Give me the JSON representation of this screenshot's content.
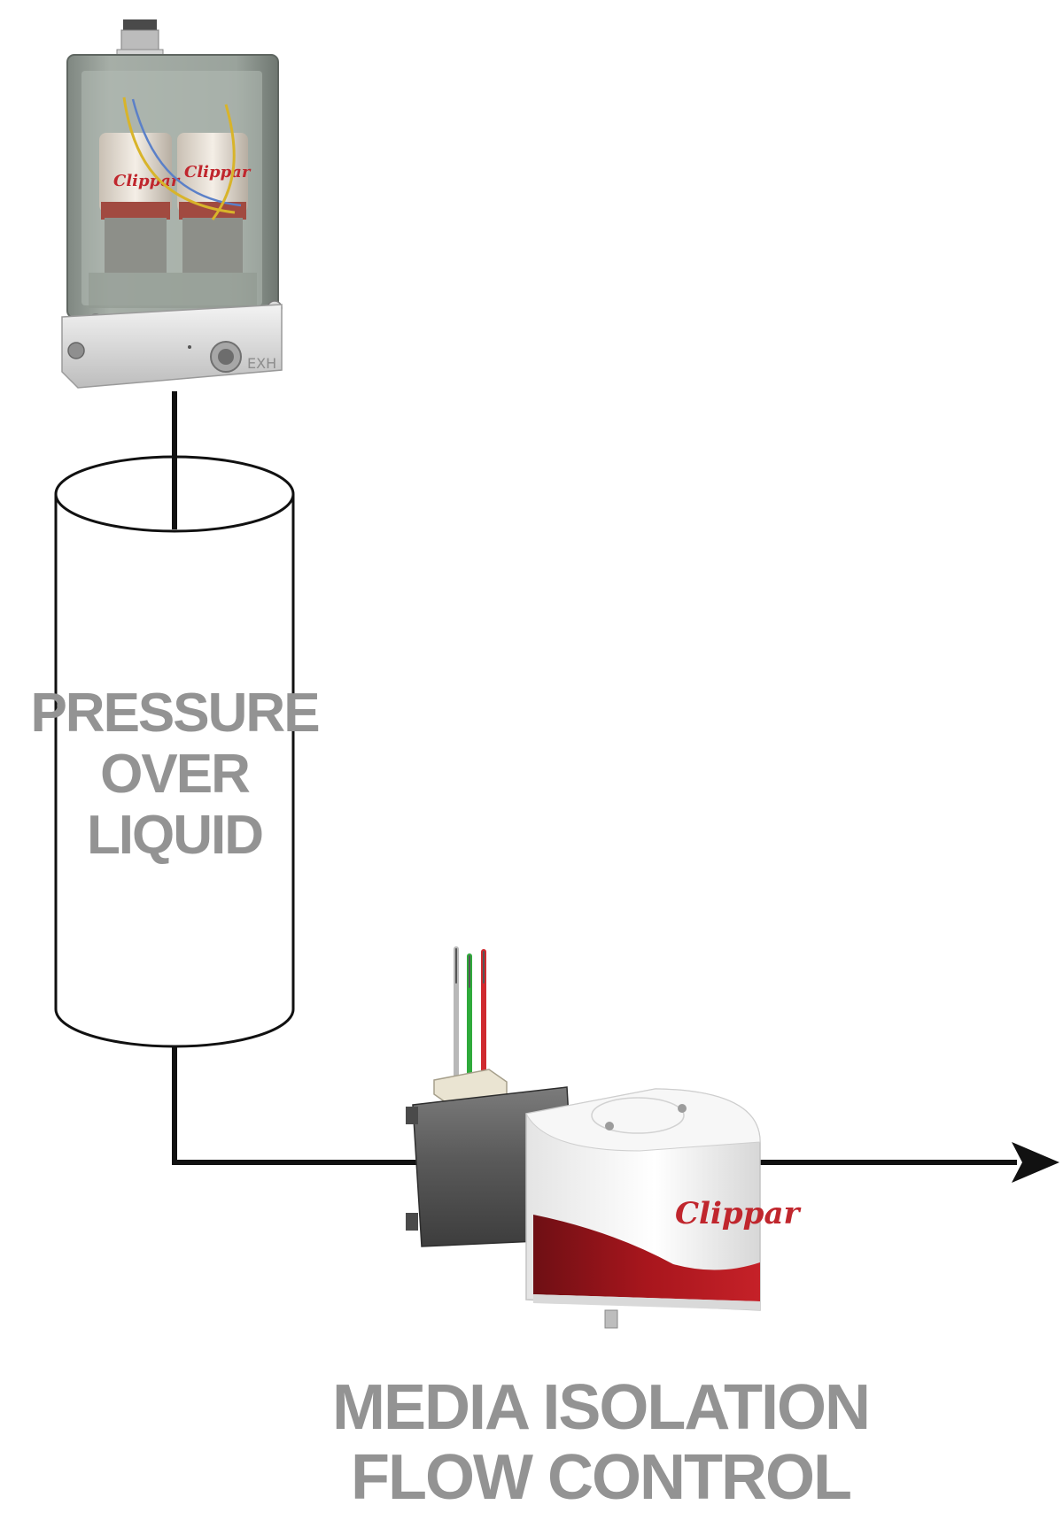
{
  "tank": {
    "label_lines": [
      "PRESSURE",
      "OVER",
      "LIQUID"
    ]
  },
  "caption": {
    "lines": [
      "MEDIA ISOLATION",
      "FLOW CONTROL"
    ]
  },
  "controller": {
    "brand": "Clippar",
    "port_label": "EXH"
  },
  "valve": {
    "brand": "Clippar",
    "wire_colors": [
      "#b8b8b8",
      "#2faa3b",
      "#cf2a2f"
    ]
  },
  "colors": {
    "line": "#111111",
    "label_gray": "#939393",
    "brand_red": "#c0262d"
  }
}
